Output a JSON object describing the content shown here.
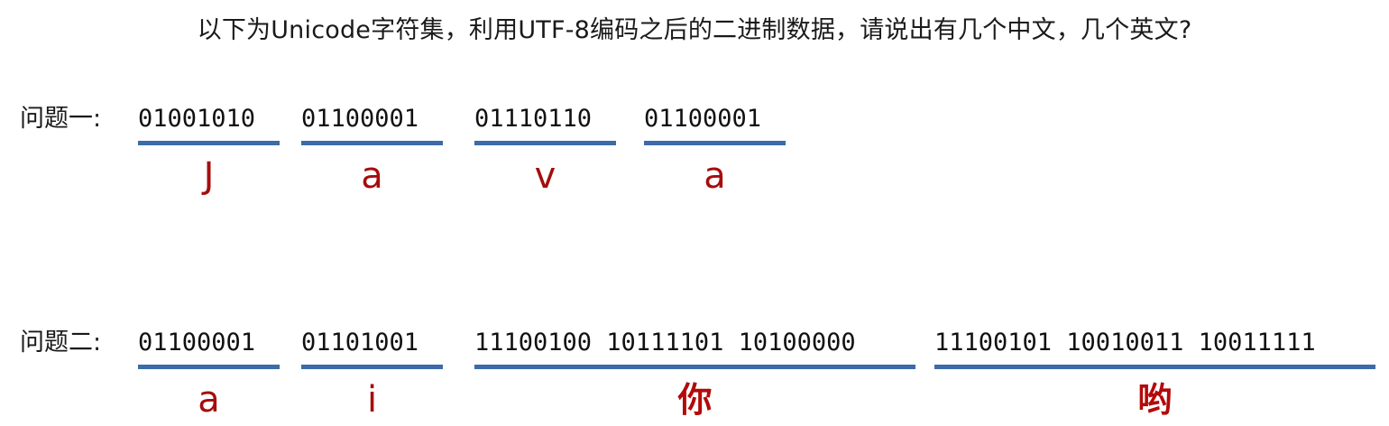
{
  "title": "以下为Unicode字符集，利用UTF-8编码之后的二进制数据，请说出有几个中文，几个英文?",
  "colors": {
    "underline": "#3d6aa8",
    "decoded_char": "#a50d0d",
    "text": "#1a1a1a"
  },
  "questions": [
    {
      "label": "问题一:",
      "groups": [
        {
          "bits": "01001010",
          "char": "J"
        },
        {
          "bits": "01100001",
          "char": "a"
        },
        {
          "bits": "01110110",
          "char": "v"
        },
        {
          "bits": "01100001",
          "char": "a"
        }
      ]
    },
    {
      "label": "问题二:",
      "groups": [
        {
          "bits": "01100001",
          "char": "a"
        },
        {
          "bits": "01101001",
          "char": "i"
        },
        {
          "bits": "11100100 10111101 10100000",
          "char": "你"
        },
        {
          "bits": "11100101 10010011 10011111",
          "char": "哟"
        }
      ]
    }
  ]
}
